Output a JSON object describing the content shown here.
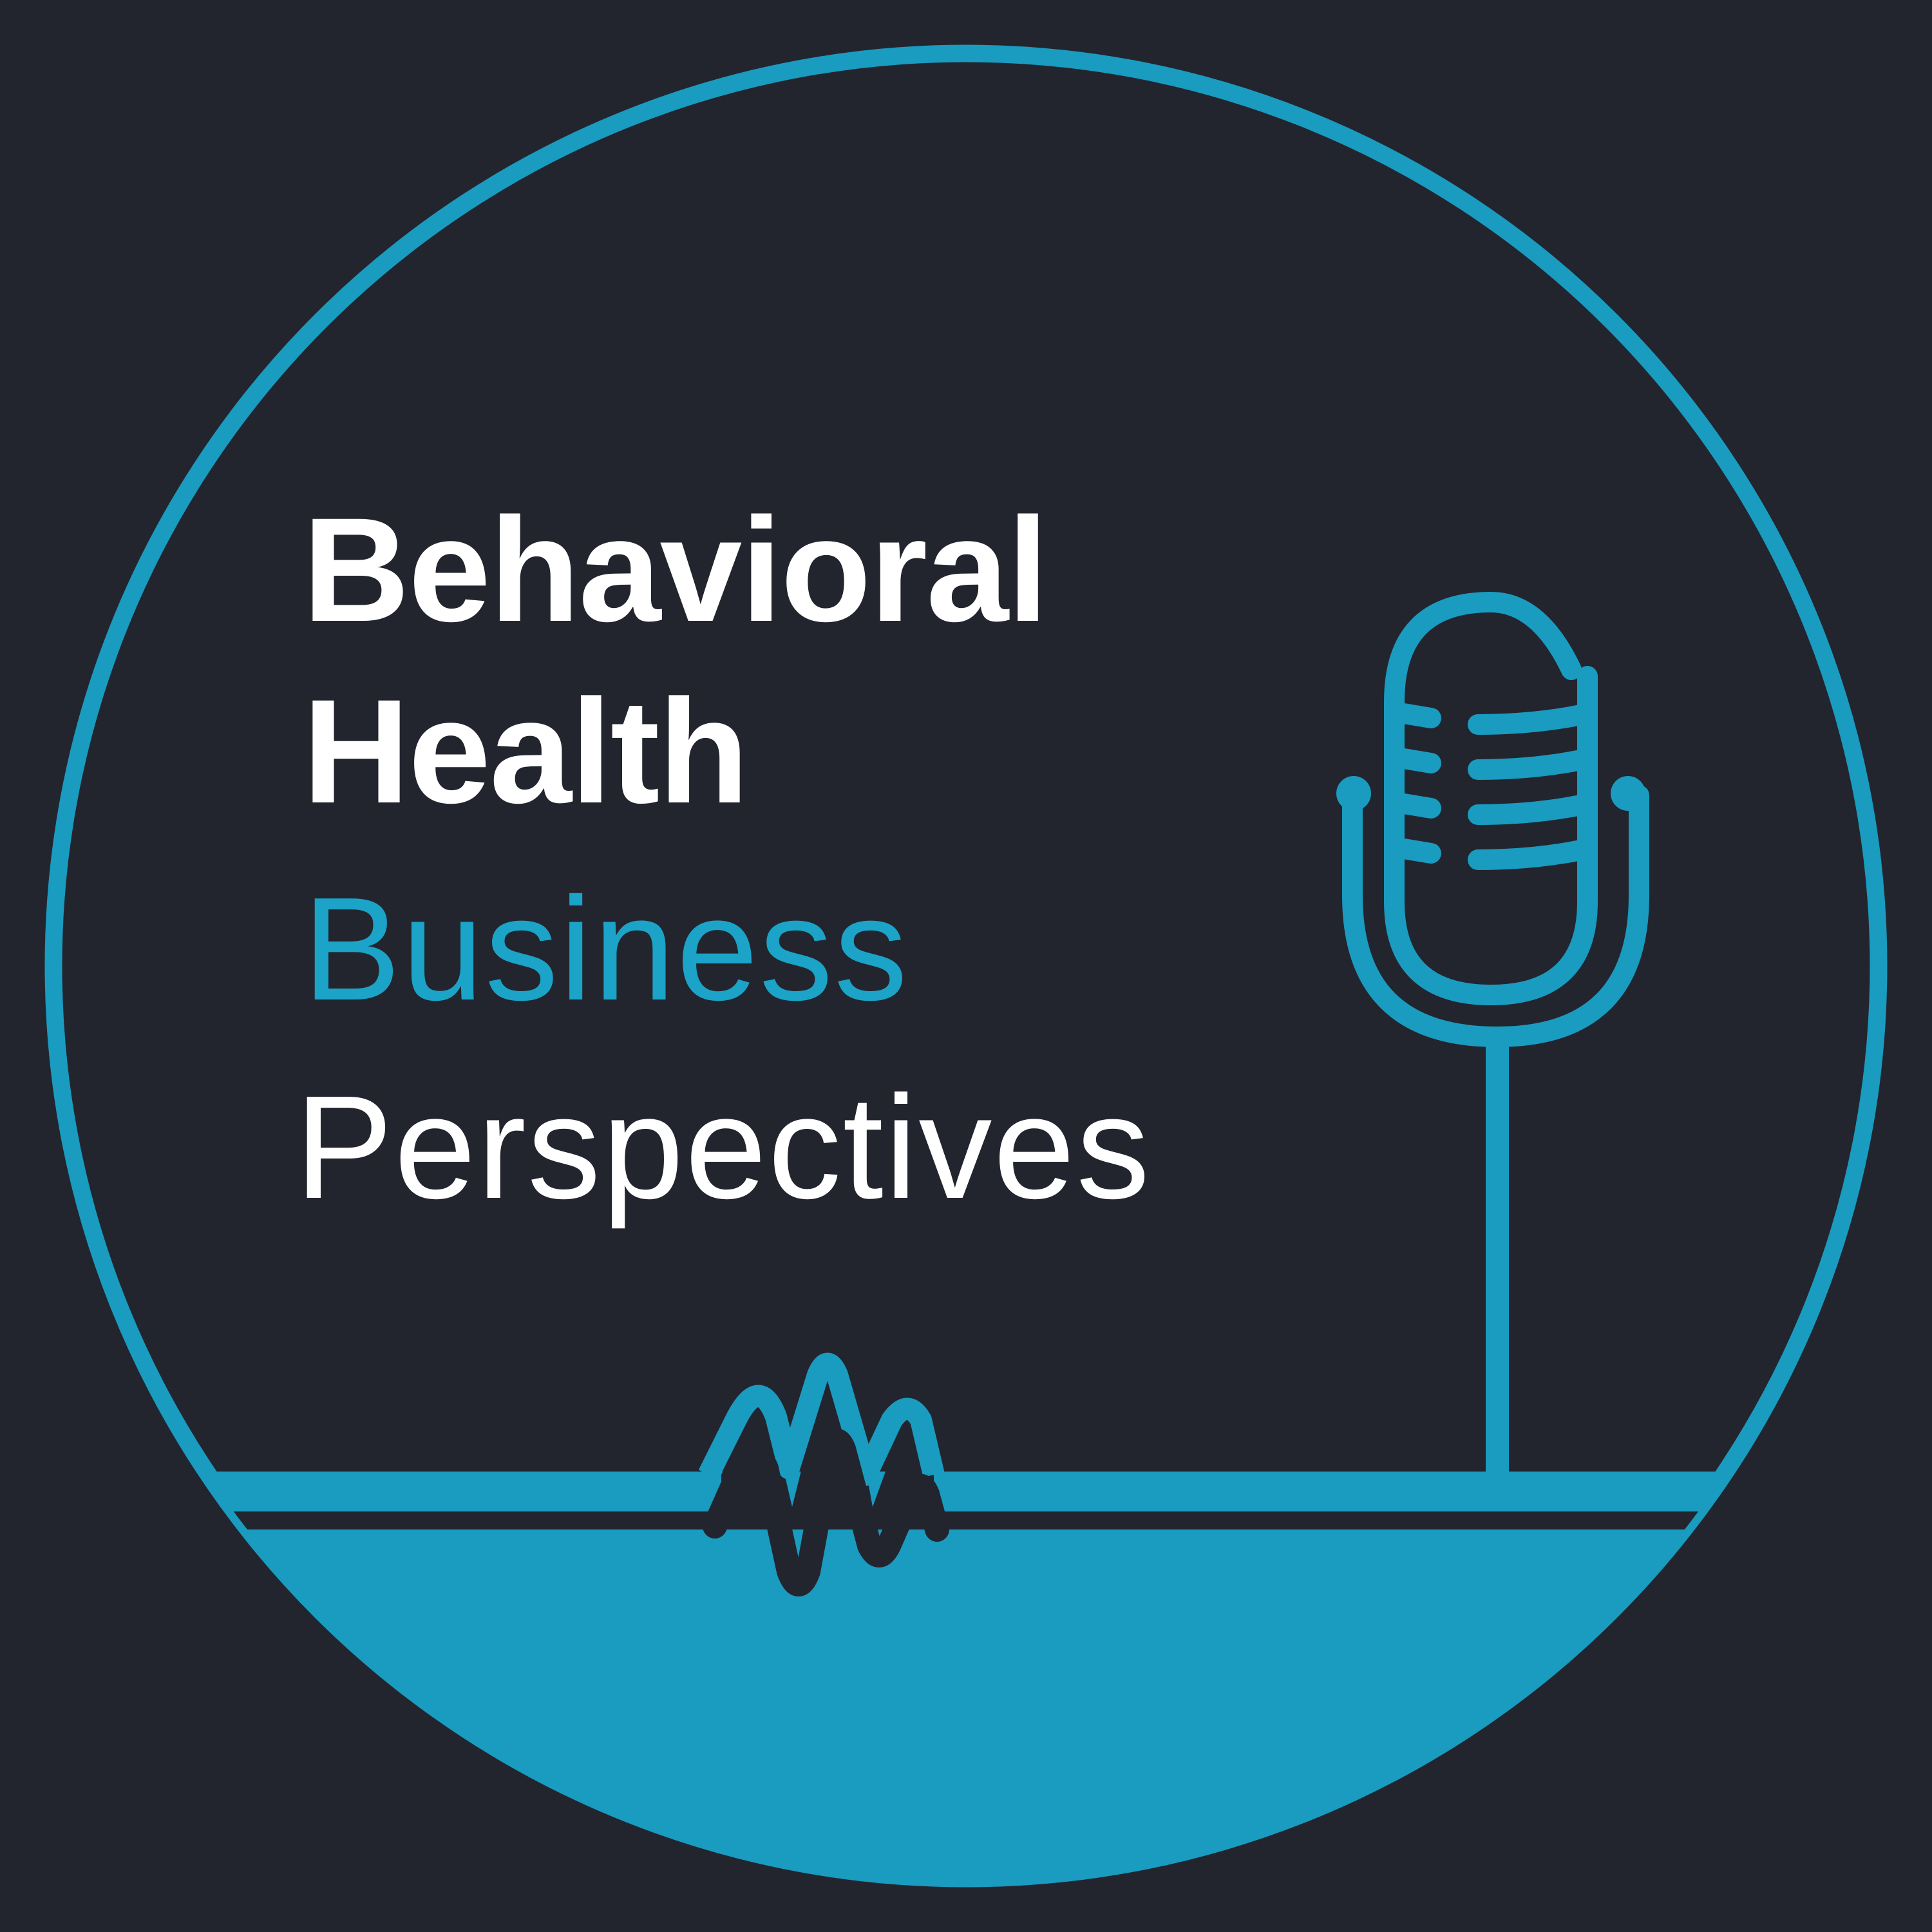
{
  "logo": {
    "title_lines": [
      {
        "text": "Behavioral",
        "weight": "bold",
        "color": "#ffffff"
      },
      {
        "text": "Health",
        "weight": "bold",
        "color": "#ffffff"
      },
      {
        "text": "Business",
        "weight": "light",
        "color": "#1ba3c8"
      },
      {
        "text": "Perspectives",
        "weight": "light",
        "color": "#ffffff"
      }
    ],
    "icons": [
      "microphone-icon",
      "soundwave-icon"
    ]
  },
  "colors": {
    "background": "#22252e",
    "accent": "#1a9bc0",
    "text_primary": "#ffffff"
  }
}
